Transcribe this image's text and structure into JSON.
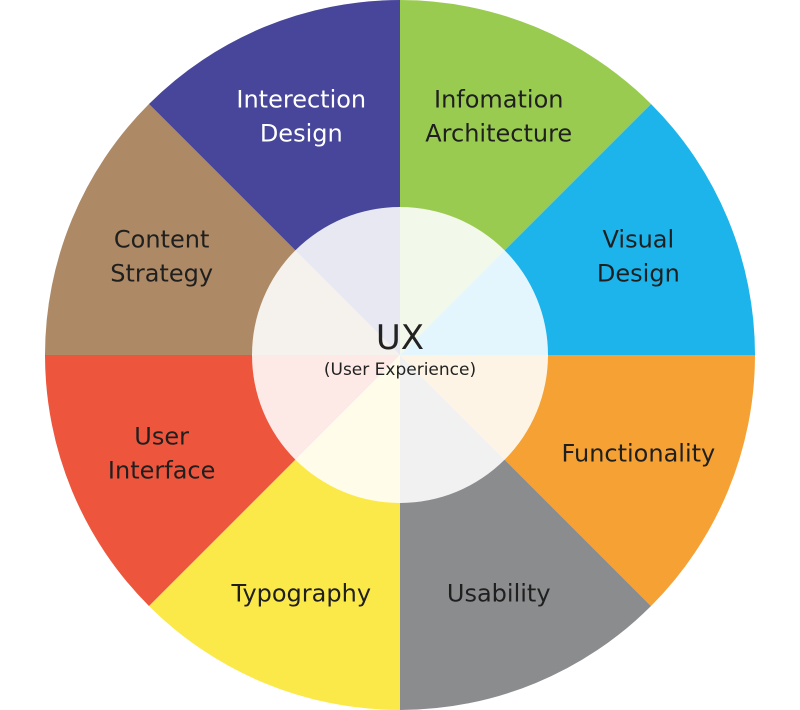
{
  "center": {
    "title": "UX",
    "subtitle": "(User Experience)",
    "color": "#ffffff"
  },
  "segments": [
    {
      "lines": [
        "Infomation",
        "Architecture"
      ],
      "color": "#9acb51",
      "text_color": "#1f1f1f"
    },
    {
      "lines": [
        "Visual",
        "Design"
      ],
      "color": "#1cb4ea",
      "text_color": "#1f1f1f"
    },
    {
      "lines": [
        "Functionality"
      ],
      "color": "#f5a133",
      "text_color": "#1f1f1f"
    },
    {
      "lines": [
        "Usability"
      ],
      "color": "#8b8c8e",
      "text_color": "#1f1f1f"
    },
    {
      "lines": [
        "Typography"
      ],
      "color": "#fbe94a",
      "text_color": "#1f1f1f"
    },
    {
      "lines": [
        "User",
        "Interface"
      ],
      "color": "#ee553d",
      "text_color": "#1f1f1f"
    },
    {
      "lines": [
        "Content",
        "Strategy"
      ],
      "color": "#ad8965",
      "text_color": "#1f1f1f"
    },
    {
      "lines": [
        "Interection",
        "Design"
      ],
      "color": "#47469a",
      "text_color": "#ffffff"
    }
  ]
}
